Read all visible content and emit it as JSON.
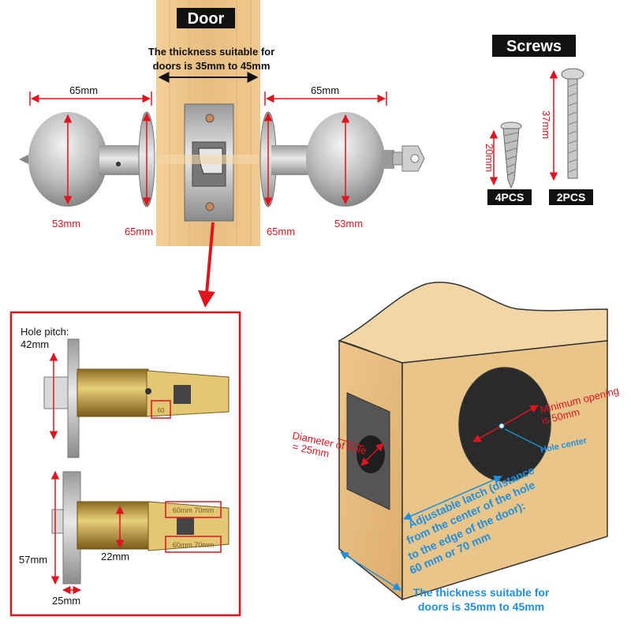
{
  "labels": {
    "door": "Door",
    "screws": "Screws",
    "thickness_top_line1": "The thickness suitable for",
    "thickness_top_line2": "doors is 35mm to 45mm",
    "left_knob_width": "65mm",
    "right_knob_width": "65mm",
    "left_knob_height": "53mm",
    "left_rose": "65mm",
    "right_rose": "65mm",
    "right_knob_height": "53mm",
    "screw_short": "20mm",
    "screw_long": "37mm",
    "screw_short_qty": "4PCS",
    "screw_long_qty": "2PCS",
    "hole_pitch_line1": "Hole pitch:",
    "hole_pitch_line2": "42mm",
    "latch_height": "57mm",
    "latch_bolt": "22mm",
    "latch_face": "25mm",
    "latch_stamp_1": "60mm 70mm",
    "latch_stamp_2": "60mm 70mm",
    "latch_stamp_3": "60",
    "min_opening_line1": "Minimum opening",
    "min_opening_line2": "is 50mm",
    "hole_center": "Hole center",
    "diameter_line1": "Diameter of hole",
    "diameter_line2": "= 25mm",
    "backset_line1": "Adjustable latch (distance",
    "backset_line2": "from the center of the hole",
    "backset_line3": "to the edge of the door):",
    "backset_line4": "60 mm or 70 mm",
    "thickness_bottom_line1": "The thickness suitable for",
    "thickness_bottom_line2": "doors is 35mm to 45mm"
  },
  "colors": {
    "dimension_red": "#e0141e",
    "annotation_blue": "#1f8fe0",
    "wood": "#e6bb7f",
    "brass": "#c9a24a",
    "steel": "#c4c4c4",
    "badge": "#111111"
  },
  "icons": [
    "door-knob-left",
    "door-knob-right",
    "key-icon",
    "latch-icon",
    "wood-screw-icon",
    "machine-screw-icon",
    "arrow-down-icon"
  ]
}
